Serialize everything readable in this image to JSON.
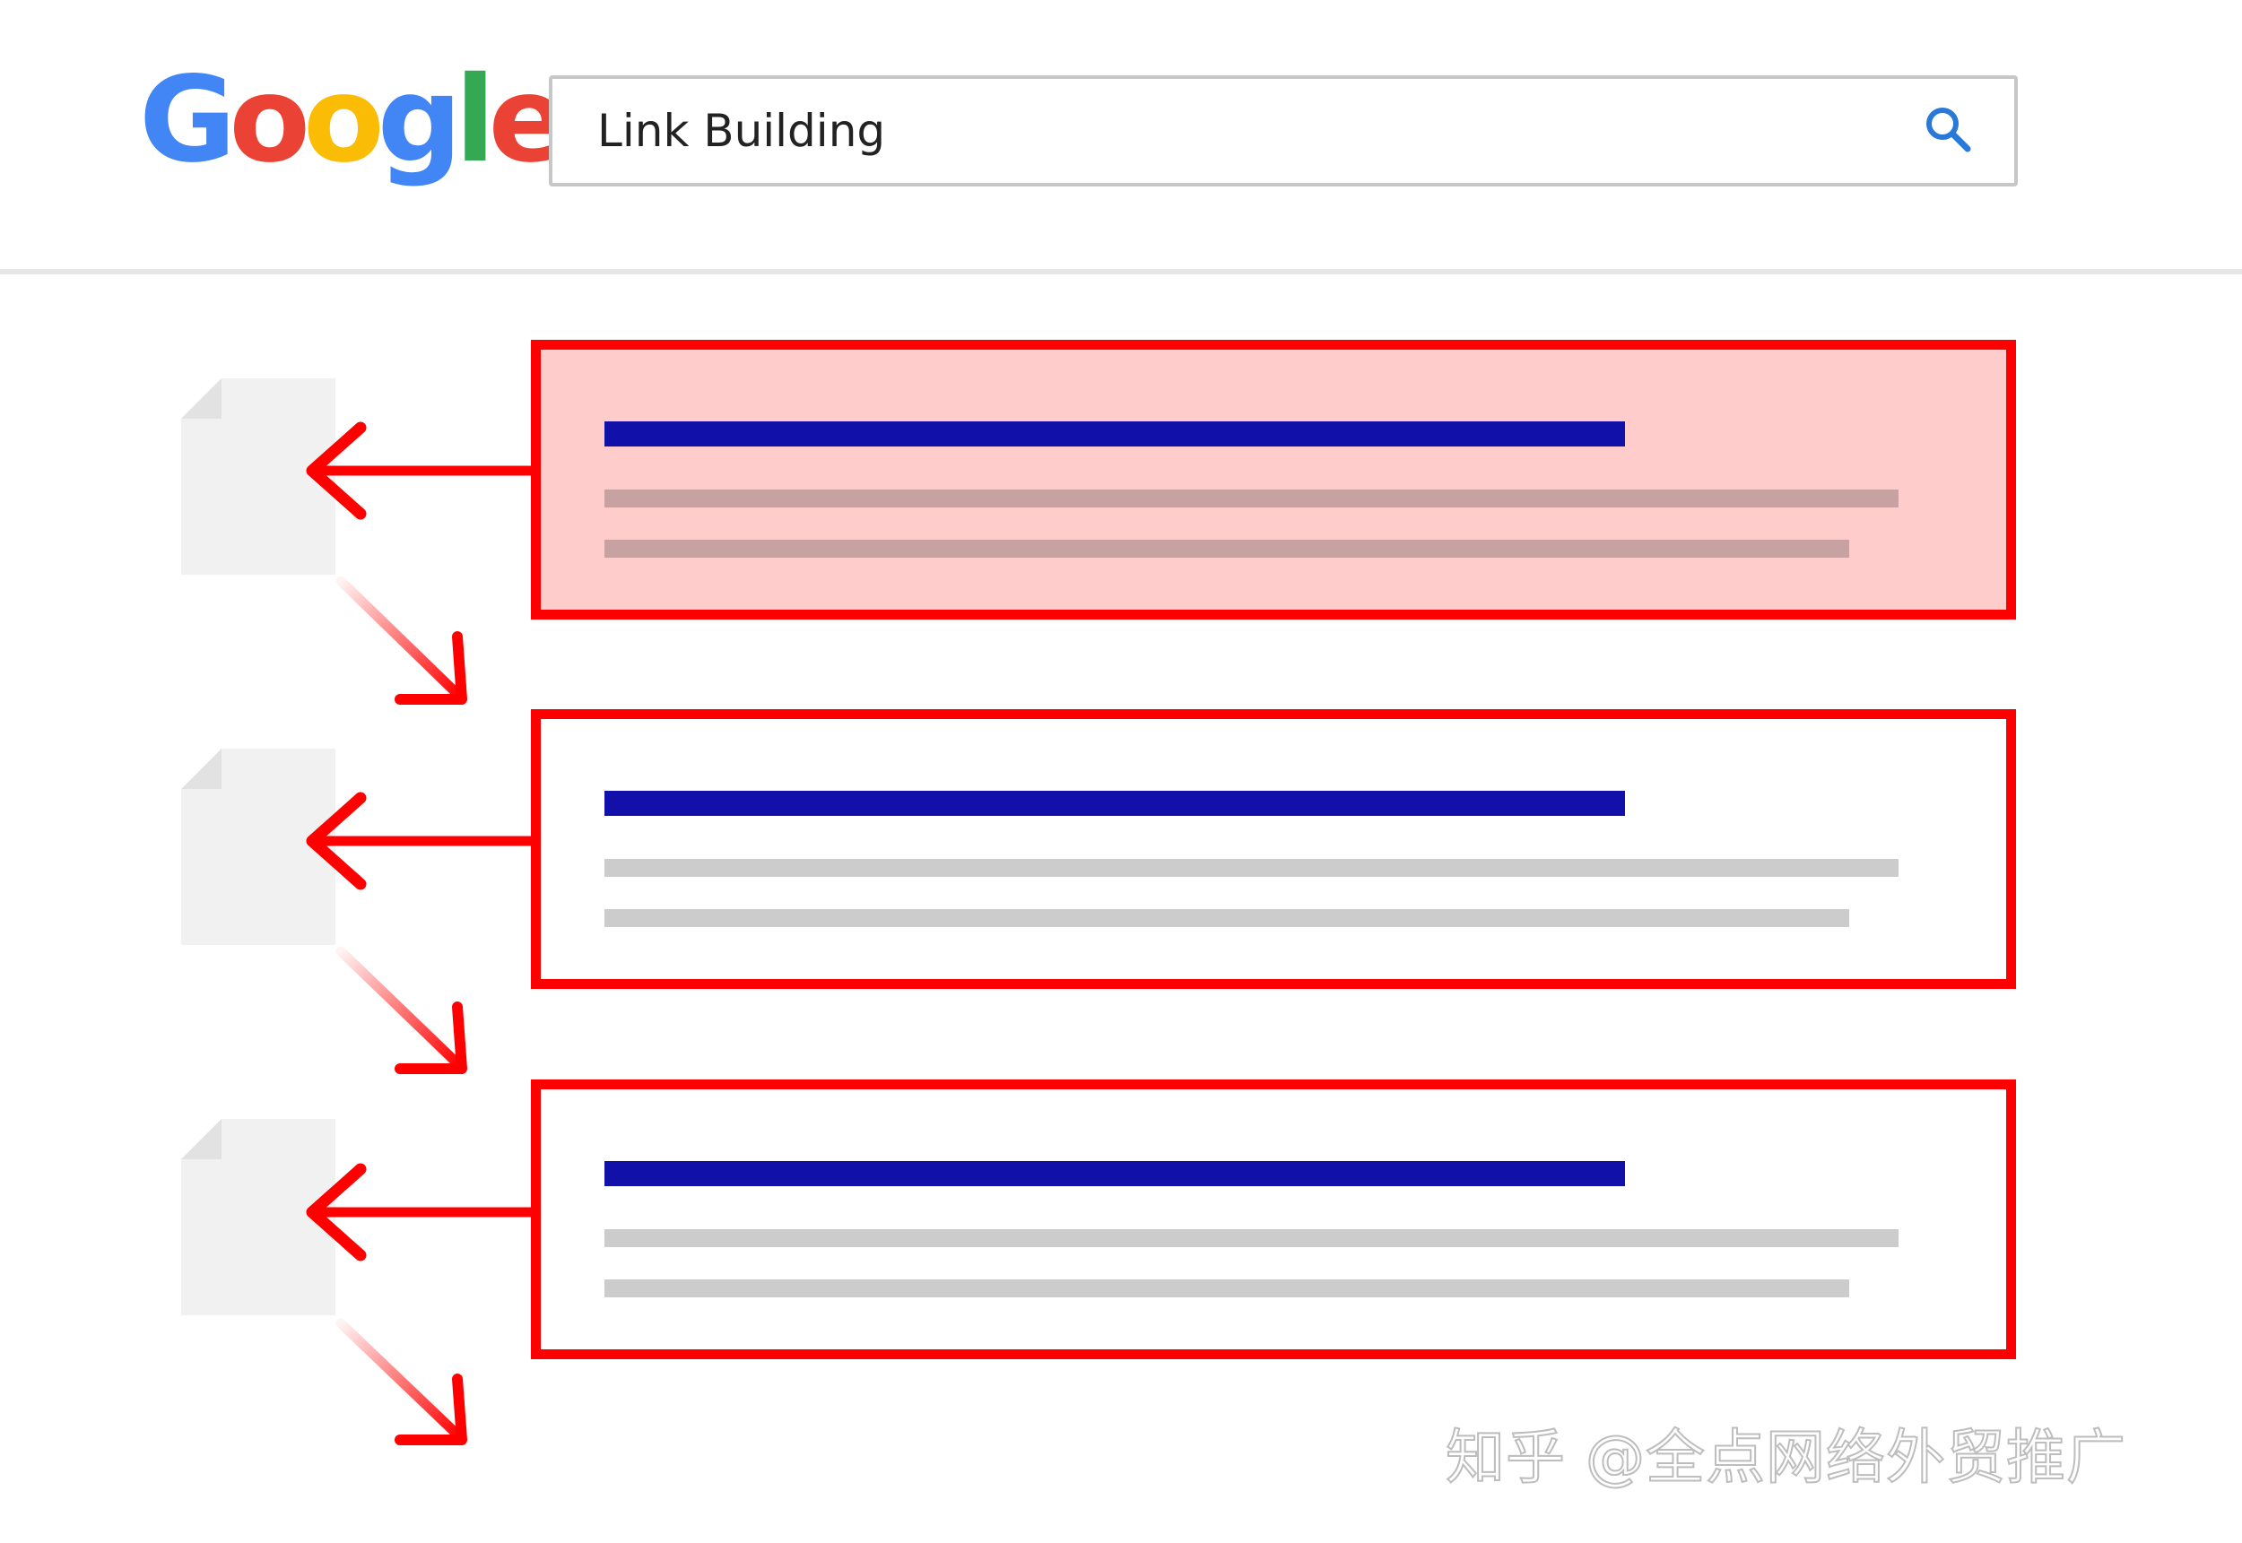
{
  "logo": {
    "letters": [
      {
        "char": "G",
        "color": "#4285F4"
      },
      {
        "char": "o",
        "color": "#EA4335"
      },
      {
        "char": "o",
        "color": "#FBBC05"
      },
      {
        "char": "g",
        "color": "#4285F4"
      },
      {
        "char": "l",
        "color": "#34A853"
      },
      {
        "char": "e",
        "color": "#EA4335"
      }
    ]
  },
  "search": {
    "value": "Link Building",
    "icon": "search-icon",
    "icon_color": "#2979d8"
  },
  "results": [
    {
      "highlighted": true
    },
    {
      "highlighted": false
    },
    {
      "highlighted": false
    }
  ],
  "colors": {
    "accent_red": "#ff0000",
    "highlight_fill": "#ffcccc",
    "title_bar": "#1111aa",
    "snippet_line": "#cccccc",
    "page_icon": "#f1f1f1"
  },
  "watermark": "知乎 @全点网络外贸推广"
}
